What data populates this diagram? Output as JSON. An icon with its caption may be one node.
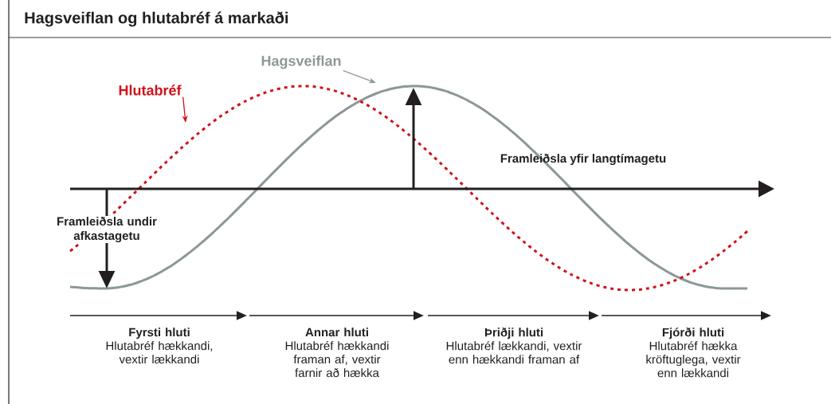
{
  "diagram": {
    "title": "Hagsveiflan og hlutabréf á markaði",
    "nodes": [
      {
        "text": [
          "Hagsveiflan"
        ]
      },
      {
        "text": [
          "Hlutabréf"
        ]
      },
      {
        "text": [
          "Fyrsti hluti",
          "Hlutabréf hækkandi, vextir lækkandi"
        ]
      },
      {
        "text": [
          "Annar hluti",
          "Hlutabréf hækkandi framan af, vextir farnir að hækka"
        ]
      },
      {
        "text": [
          "Þriðji hluti",
          "Hlutabréf lækkandi, vextir enn hækkandi framan af"
        ]
      },
      {
        "text": [
          "Fjórði hluti",
          "Hlutabréf hækka kröftuglega, vextir enn lækkandi"
        ]
      }
    ],
    "edges": [
      {
        "from": 0,
        "to": null,
        "arrow": "to",
        "color": "#8c9896"
      },
      {
        "from": 1,
        "to": null,
        "arrow": "to",
        "color": "#d0121b"
      }
    ],
    "labels": [
      "Framleiðsla yfir langtímagetu",
      "Framleiðsla undir afkastagetu"
    ]
  }
}
